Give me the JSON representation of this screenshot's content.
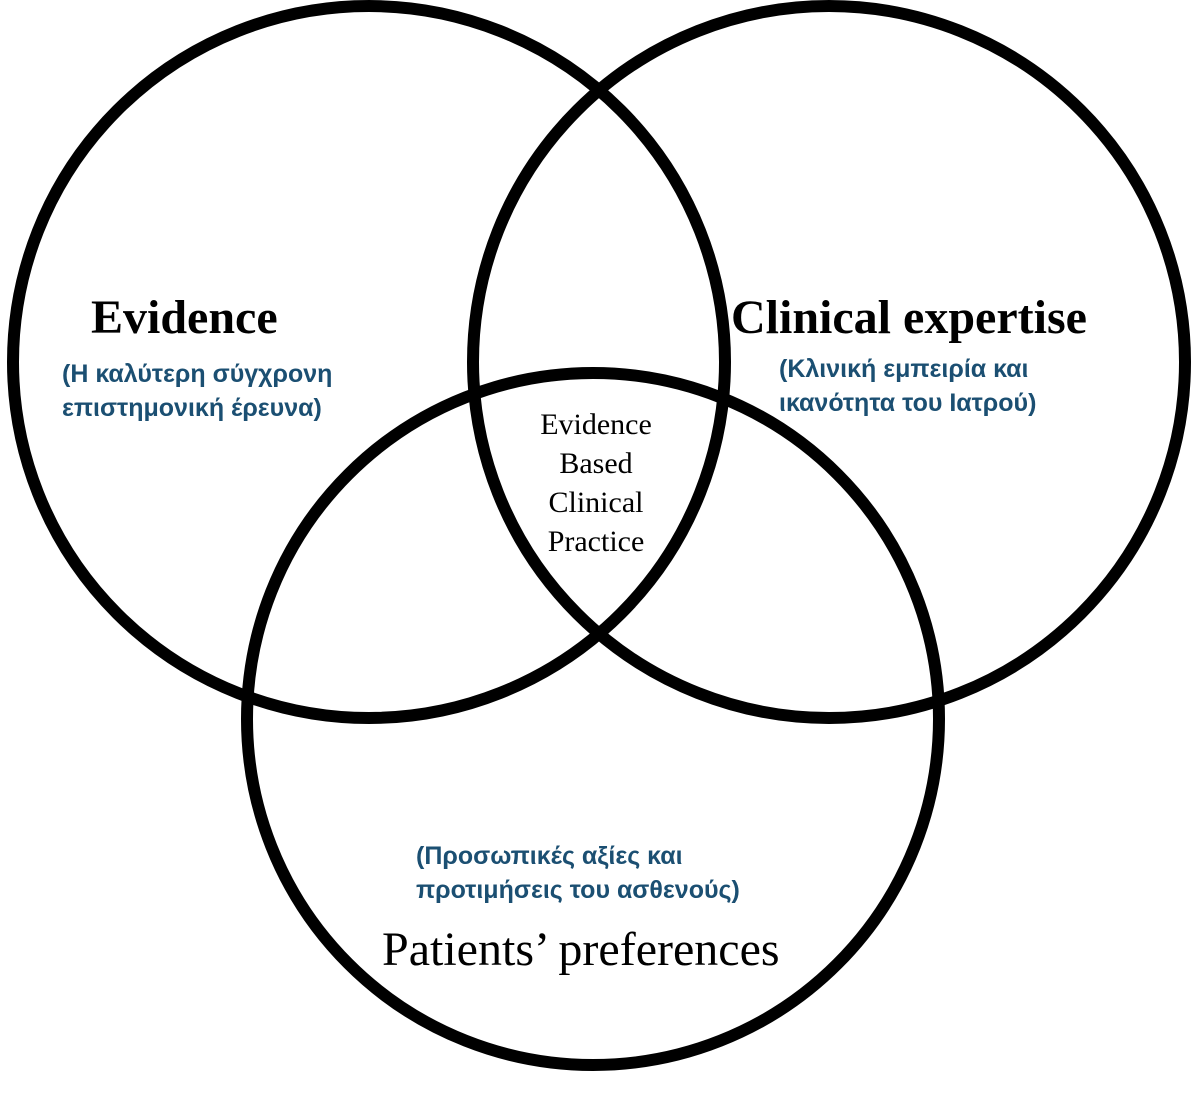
{
  "colors": {
    "stroke": "#000000",
    "greek_text": "#1b4f72",
    "label_text": "#000000",
    "background": "#ffffff"
  },
  "circles": {
    "evidence": {
      "title": "Evidence",
      "subtitle_line1": "(Η καλύτερη σύγχρονη",
      "subtitle_line2": "επιστημονική έρευνα)"
    },
    "clinical_expertise": {
      "title": "Clinical expertise",
      "subtitle_line1": "(Κλινική εμπειρία και",
      "subtitle_line2": "ικανότητα του Ιατρού)"
    },
    "patients_preferences": {
      "title": "Patients’ preferences",
      "subtitle_line1": "(Προσωπικές αξίες και",
      "subtitle_line2": "προτιμήσεις του ασθενούς)"
    }
  },
  "intersection": {
    "line1": "Evidence",
    "line2": "Based",
    "line3": "Clinical",
    "line4": "Practice"
  }
}
